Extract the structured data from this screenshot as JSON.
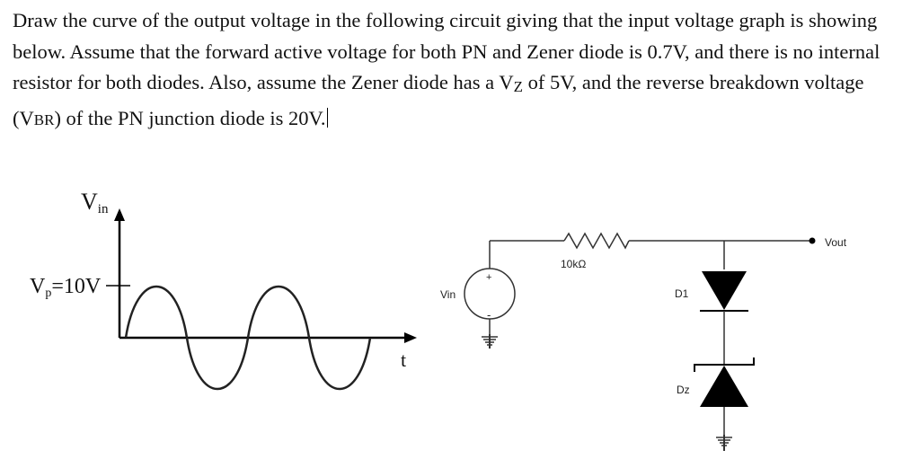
{
  "question": {
    "part1": "Draw the curve of the output voltage in the following circuit giving that the input voltage graph is showing below. Assume that the forward active voltage for both PN and Zener diode is 0.7V, and there is no internal resistor for both diodes. Also, assume the Zener diode has a V",
    "vz_sub": "Z",
    "part2": " of 5V, and the reverse breakdown voltage (V",
    "vbr_sub": "BR",
    "part3": ") of the PN junction diode is 20V."
  },
  "graph": {
    "y_label_main": "V",
    "y_label_sub": "in",
    "peak_label_main": "V",
    "peak_label_sub": "p",
    "peak_label_rest": "=10V",
    "x_label": "t"
  },
  "circuit": {
    "source_label": "Vin",
    "source_plus": "+",
    "source_minus": "-",
    "resistor_label": "10kΩ",
    "output_label": "Vout",
    "diode1_label": "D1",
    "zener_label": "Dz"
  },
  "colors": {
    "ink": "#111111",
    "line": "#000000",
    "wire": "#333333"
  }
}
